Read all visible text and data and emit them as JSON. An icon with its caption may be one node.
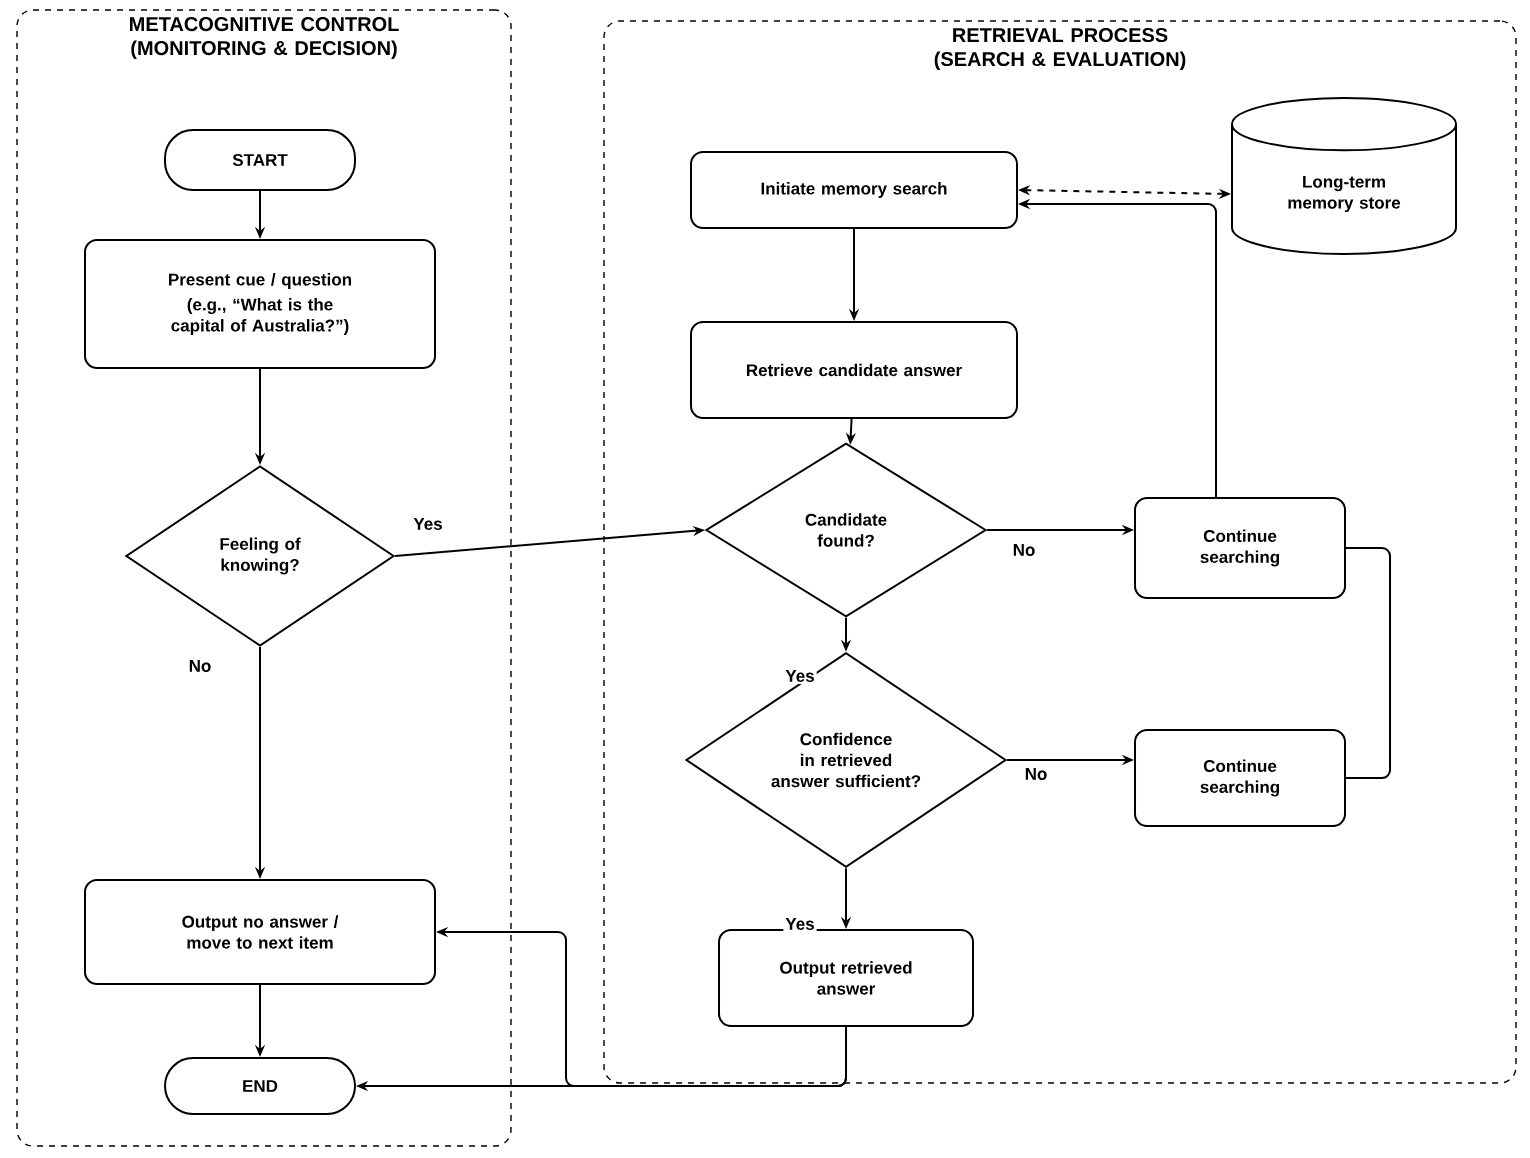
{
  "diagram": {
    "nodes": [
      {
        "text": [
          "METACOGNITIVE CONTROL (MONITORING & DECISION)"
        ]
      },
      {
        "text": [
          "RETRIEVAL PROCESS (SEARCH & EVALUATION)"
        ]
      },
      {
        "text": [
          "START"
        ],
        "in": 0
      },
      {
        "text": [
          "Present cue / question",
          "(e.g., “What is the capital of Australia?”)"
        ],
        "in": 0
      },
      {
        "text": [
          "Feeling of knowing?"
        ],
        "in": 0
      },
      {
        "text": [
          "Output no answer / move to next item"
        ],
        "in": 0
      },
      {
        "text": [
          "END"
        ],
        "in": 0
      },
      {
        "text": [
          "Initiate memory search"
        ],
        "in": 1
      },
      {
        "text": [
          "Long-term memory store"
        ],
        "in": 1
      },
      {
        "text": [
          "Retrieve candidate answer"
        ],
        "in": 1
      },
      {
        "text": [
          "Candidate found?"
        ],
        "in": 1
      },
      {
        "text": [
          "Continue searching"
        ],
        "in": 1
      },
      {
        "text": [
          "Confidence in retrieved answer sufficient?"
        ],
        "in": 1
      },
      {
        "text": [
          "Continue searching"
        ],
        "in": 1
      },
      {
        "text": [
          "Output retrieved answer"
        ],
        "in": 1
      }
    ],
    "edges": [
      {
        "from": 2,
        "to": 3,
        "arrow": "to"
      },
      {
        "from": 3,
        "to": 4,
        "arrow": "to"
      },
      {
        "from": 4,
        "to": 10,
        "arrow": "to",
        "label": "Yes"
      },
      {
        "from": 4,
        "to": 5,
        "arrow": "to",
        "label": "No"
      },
      {
        "from": 5,
        "to": 6,
        "arrow": "to"
      },
      {
        "from": 7,
        "to": 8,
        "arrow": "both",
        "style": "dashed"
      },
      {
        "from": 7,
        "to": 9,
        "arrow": "to"
      },
      {
        "from": 9,
        "to": 10,
        "arrow": "to"
      },
      {
        "from": 10,
        "to": 11,
        "arrow": "to",
        "label": "No"
      },
      {
        "from": 10,
        "to": 12,
        "arrow": "to",
        "label": "Yes"
      },
      {
        "from": 12,
        "to": 13,
        "arrow": "to",
        "label": "No"
      },
      {
        "from": 12,
        "to": 14,
        "arrow": "to",
        "label": "Yes"
      },
      {
        "from": 11,
        "to": 7,
        "arrow": "to"
      },
      {
        "from": 13,
        "to": 11,
        "arrow": "none"
      },
      {
        "from": 14,
        "to": 5,
        "arrow": "to"
      },
      {
        "from": 14,
        "to": 6,
        "arrow": "to"
      }
    ]
  }
}
